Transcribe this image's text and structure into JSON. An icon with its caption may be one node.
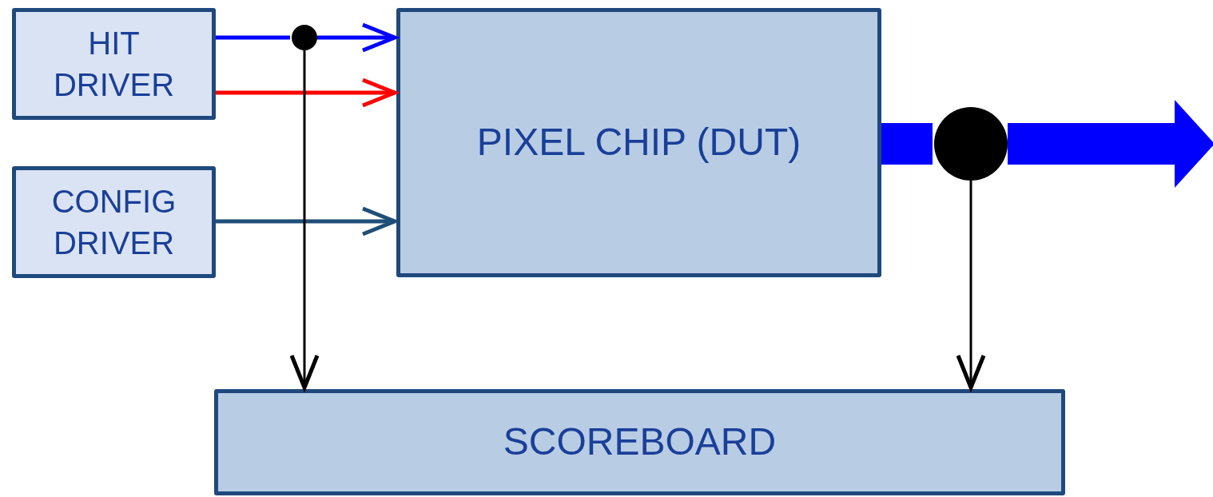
{
  "diagram": {
    "nodes": [
      {
        "text": [
          "HIT DRIVER"
        ]
      },
      {
        "text": [
          "CONFIG DRIVER"
        ]
      },
      {
        "text": [
          "PIXEL CHIP (DUT)"
        ]
      },
      {
        "text": [
          "SCOREBOARD"
        ]
      },
      {
        "text": [],
        "shape": "circle"
      },
      {
        "text": [],
        "shape": "circle"
      }
    ],
    "edges": [
      {
        "from": 0,
        "to": 4,
        "arrow": "none",
        "color": "#0000ff"
      },
      {
        "from": 4,
        "to": 2,
        "arrow": "to",
        "color": "#0000ff"
      },
      {
        "from": 0,
        "to": 2,
        "arrow": "to",
        "color": "#ff0000"
      },
      {
        "from": 1,
        "to": 2,
        "arrow": "to",
        "color": "#1f4e79"
      },
      {
        "from": 4,
        "to": 3,
        "arrow": "to",
        "color": "#000000"
      },
      {
        "from": 2,
        "to": 5,
        "arrow": "none",
        "style": "thick",
        "color": "#0000ff"
      },
      {
        "from": 5,
        "to": null,
        "arrow": "to",
        "style": "thick",
        "color": "#0000ff"
      },
      {
        "from": 5,
        "to": 3,
        "arrow": "to",
        "color": "#000000"
      }
    ]
  }
}
